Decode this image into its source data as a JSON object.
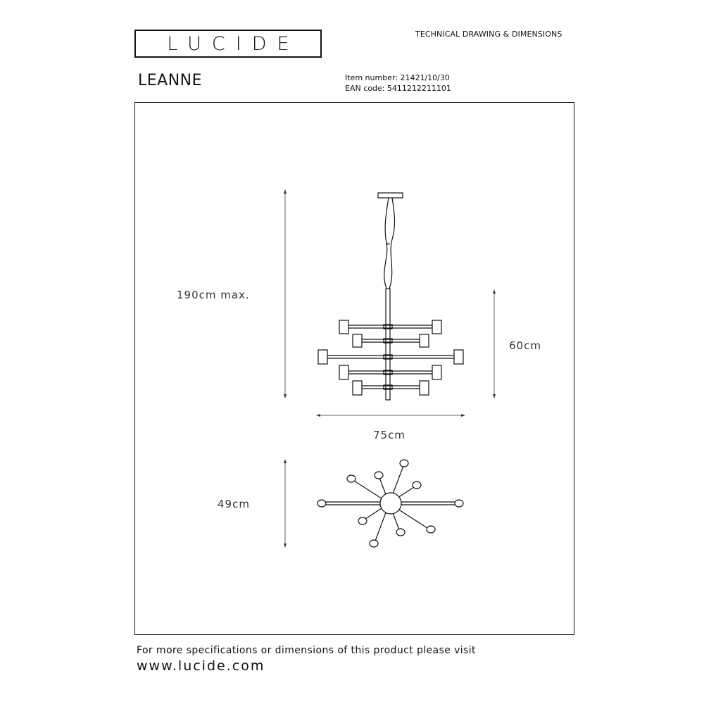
{
  "header": {
    "brand": "LUCIDE",
    "sheet_title": "TECHNICAL DRAWING & DIMENSIONS"
  },
  "product": {
    "name": "LEANNE",
    "item_number": "Item number: 21421/10/30",
    "ean_code": "EAN code: 5411212211101"
  },
  "dimensions": {
    "height_max": "190cm max.",
    "fixture_height": "60cm",
    "width": "75cm",
    "top_view_depth": "49cm"
  },
  "footer": {
    "note": "For more specifications or dimensions of this product please visit",
    "url": "www.lucide.com"
  }
}
